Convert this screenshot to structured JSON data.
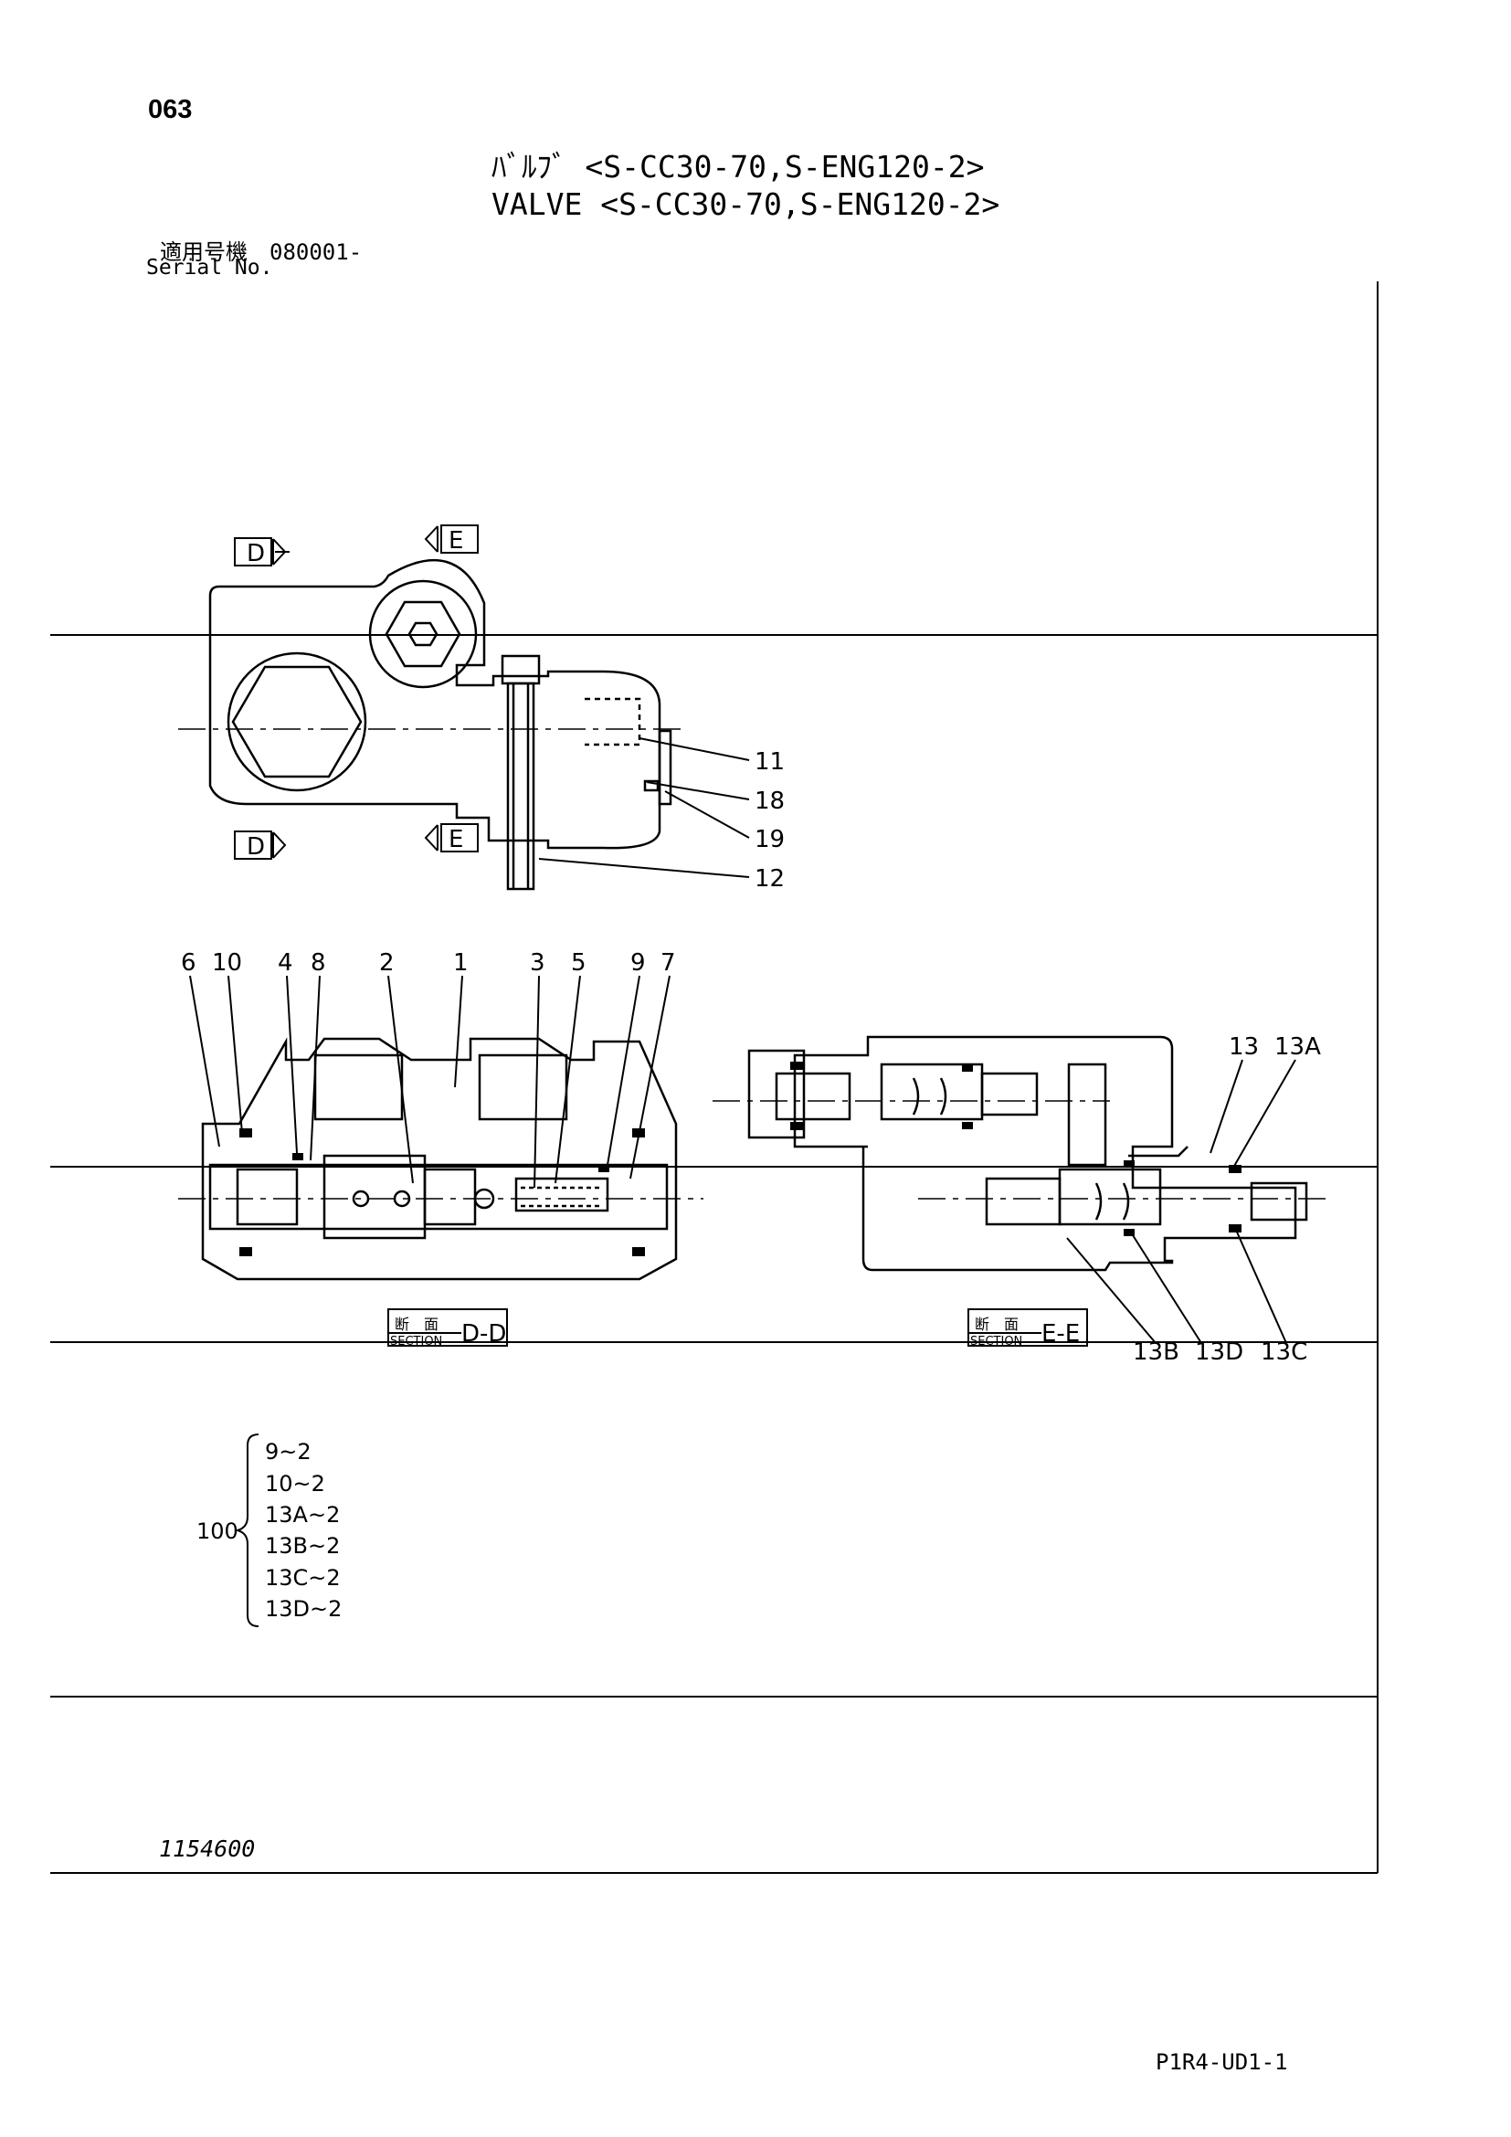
{
  "header": {
    "page_number": "063",
    "title_jp": "ﾊﾞﾙﾌﾞ <S-CC30-70,S-ENG120-2>",
    "title_en": "VALVE <S-CC30-70,S-ENG120-2>",
    "serial_jp": "適用号機　080001-",
    "serial_en": "Serial No."
  },
  "top_view": {
    "section_markers": [
      "D",
      "E",
      "D",
      "E"
    ],
    "callouts": [
      "11",
      "18",
      "19",
      "12"
    ]
  },
  "section_dd": {
    "callouts": [
      "6",
      "10",
      "4",
      "8",
      "2",
      "1",
      "3",
      "5",
      "9",
      "7"
    ],
    "label_jp": "断　面",
    "label_en": "SECTION",
    "label_id": "D-D"
  },
  "section_ee": {
    "callouts_top": [
      "13",
      "13A"
    ],
    "callouts_bottom": [
      "13B",
      "13D",
      "13C"
    ],
    "label_jp": "断　面",
    "label_en": "SECTION",
    "label_id": "E-E"
  },
  "kit": {
    "number": "100",
    "items": [
      "9~2",
      "10~2",
      "13A~2",
      "13B~2",
      "13C~2",
      "13D~2"
    ]
  },
  "footer": {
    "figure_number": "1154600",
    "doc_code": "P1R4-UD1-1"
  }
}
